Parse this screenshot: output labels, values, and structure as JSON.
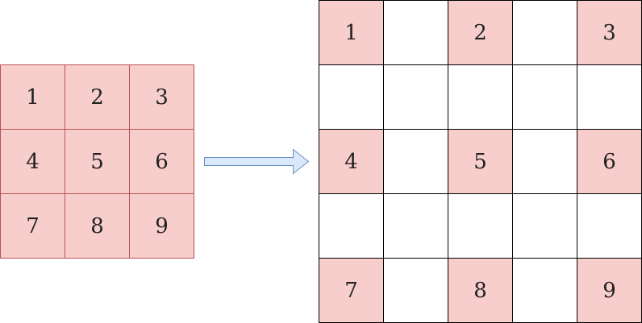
{
  "colors": {
    "filled_fill": "#f8cecc",
    "filled_border": "#b85450",
    "empty_fill": "#ffffff",
    "grid_border": "#000000",
    "arrow_fill": "#dae8fc",
    "arrow_stroke": "#6c8ebf"
  },
  "source_grid": {
    "rows": 3,
    "cols": 3,
    "labels": [
      "1",
      "2",
      "3",
      "4",
      "5",
      "6",
      "7",
      "8",
      "9"
    ]
  },
  "arrow": {
    "icon": "right-arrow-icon"
  },
  "target_grid": {
    "rows": 5,
    "cols": 5,
    "cells": [
      "1",
      "",
      "2",
      "",
      "3",
      "",
      "",
      "",
      "",
      "",
      "4",
      "",
      "5",
      "",
      "6",
      "",
      "",
      "",
      "",
      "",
      "7",
      "",
      "8",
      "",
      "9"
    ]
  }
}
